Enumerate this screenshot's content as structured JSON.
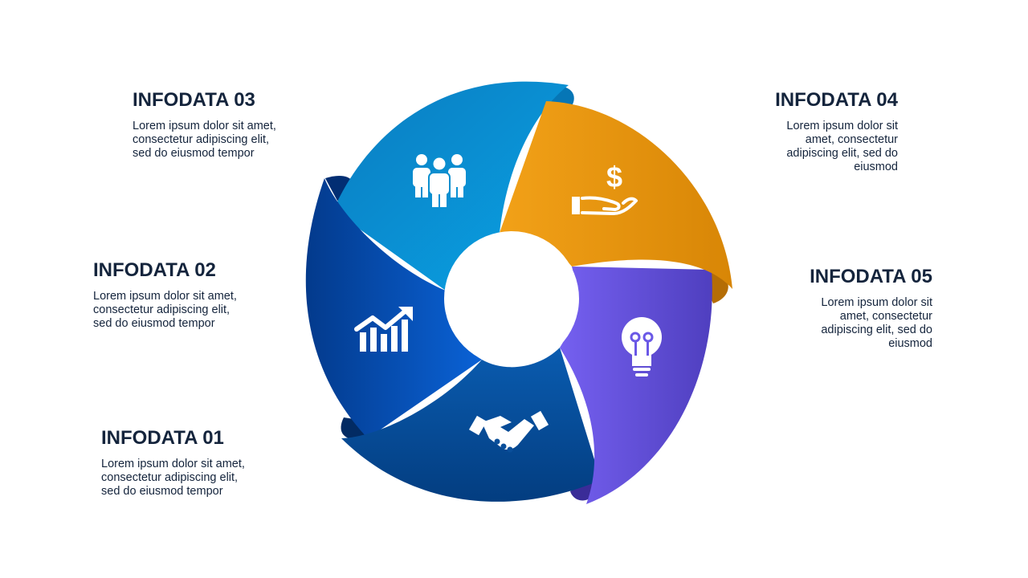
{
  "blocks": [
    {
      "id": "01",
      "title": "INFODATA 01",
      "text": "Lorem ipsum dolor sit amet,\nconsectetur  adipiscing elit,\nsed do eiusmod tempor",
      "color": "#0a56a8",
      "icon": "handshake-icon"
    },
    {
      "id": "02",
      "title": "INFODATA 02",
      "text": "Lorem ipsum dolor sit amet,\nconsectetur  adipiscing elit,\nsed do eiusmod tempor",
      "color": "#0a5fcf",
      "icon": "growth-chart-icon"
    },
    {
      "id": "03",
      "title": "INFODATA 03",
      "text": "Lorem ipsum dolor sit amet,\nconsectetur  adipiscing elit,\nsed do eiusmod tempor",
      "color": "#0a9ad9",
      "icon": "team-icon"
    },
    {
      "id": "04",
      "title": "INFODATA 04",
      "text": "Lorem ipsum dolor sit\namet, consectetur\nadipiscing elit, sed do\neiusmod",
      "color": "#ef9b16",
      "icon": "money-hand-icon"
    },
    {
      "id": "05",
      "title": "INFODATA 05",
      "text": "Lorem ipsum dolor sit\namet, consectetur\nadipiscing elit, sed do\neiusmod",
      "color": "#6a58e6",
      "icon": "lightbulb-icon"
    }
  ]
}
